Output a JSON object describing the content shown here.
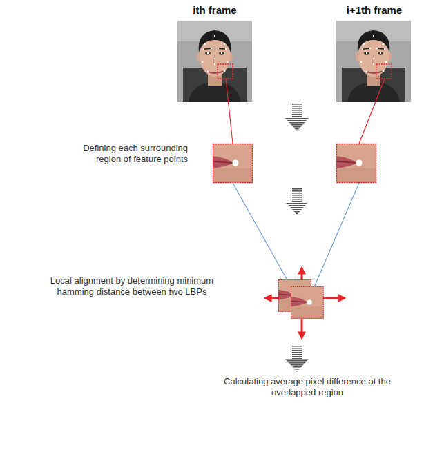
{
  "diagram": {
    "nodes": [
      {
        "text": [
          "ith frame"
        ]
      },
      {
        "text": [
          "i+1th frame"
        ]
      }
    ],
    "labels": [
      "Defining each surrounding region of feature points",
      "Local alignment by determining minimum hamming distance between two LBPs",
      "Calculating average pixel difference at the overlapped region"
    ]
  }
}
